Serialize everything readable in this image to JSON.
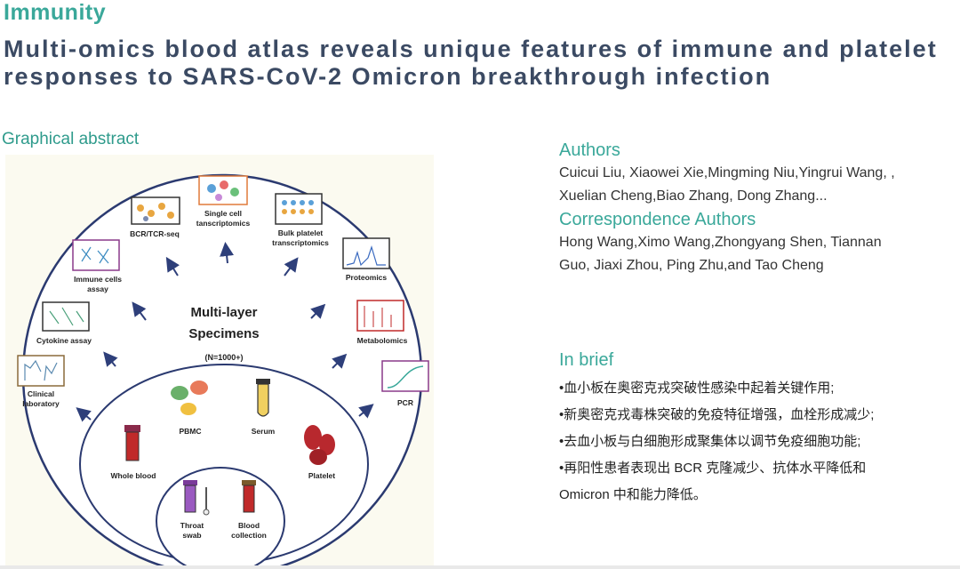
{
  "header": {
    "category": "Immunity",
    "title": "Multi-omics blood atlas reveals unique features of immune and platelet responses to SARS-CoV-2 Omicron breakthrough infection"
  },
  "graphical_abstract": {
    "label": "Graphical abstract",
    "center_title_line1": "Multi-layer",
    "center_title_line2": "Specimens",
    "center_n": "(N=1000+)",
    "outer_items": {
      "bcr": "BCR/TCR-seq",
      "single_cell_1": "Single cell",
      "single_cell_2": "tanscriptomics",
      "bulk_1": "Bulk platelet",
      "bulk_2": "transcriptomics",
      "immune_1": "Immune cells",
      "immune_2": "assay",
      "proteomics": "Proteomics",
      "cytokine": "Cytokine assay",
      "metabolomics": "Metabolomics",
      "clinical_1": "Clinical",
      "clinical_2": "laboratory",
      "pcr": "PCR"
    },
    "inner_items": {
      "pbmc": "PBMC",
      "serum": "Serum",
      "whole_blood": "Whole blood",
      "platelet": "Platelet",
      "throat_1": "Throat",
      "throat_2": "swab",
      "blood_1": "Blood",
      "blood_2": "collection"
    }
  },
  "authors": {
    "heading": "Authors",
    "line1": "Cuicui Liu, Xiaowei Xie,Mingming Niu,Yingrui Wang, ,",
    "line2": "Xuelian Cheng,Biao Zhang, Dong Zhang..."
  },
  "correspondence": {
    "heading": "Correspondence Authors",
    "line1": "Hong Wang,Ximo Wang,Zhongyang Shen, Tiannan",
    "line2": "Guo, Jiaxi Zhou, Ping Zhu,and Tao Cheng"
  },
  "in_brief": {
    "heading": "In brief",
    "items": [
      "•血小板在奥密克戎突破性感染中起着关键作用;",
      "•新奥密克戎毒株突破的免疫特征增强，血栓形成减少;",
      "•去血小板与白细胞形成聚集体以调节免疫细胞功能;",
      "•再阳性患者表现出 BCR 克隆减少、抗体水平降低和",
      "Omicron 中和能力降低。"
    ]
  },
  "colors": {
    "accent_teal": "#3aa89a",
    "title_navy": "#3b4a63",
    "arrow_navy": "#2e3f7a",
    "platelet_red": "#b8282e"
  }
}
